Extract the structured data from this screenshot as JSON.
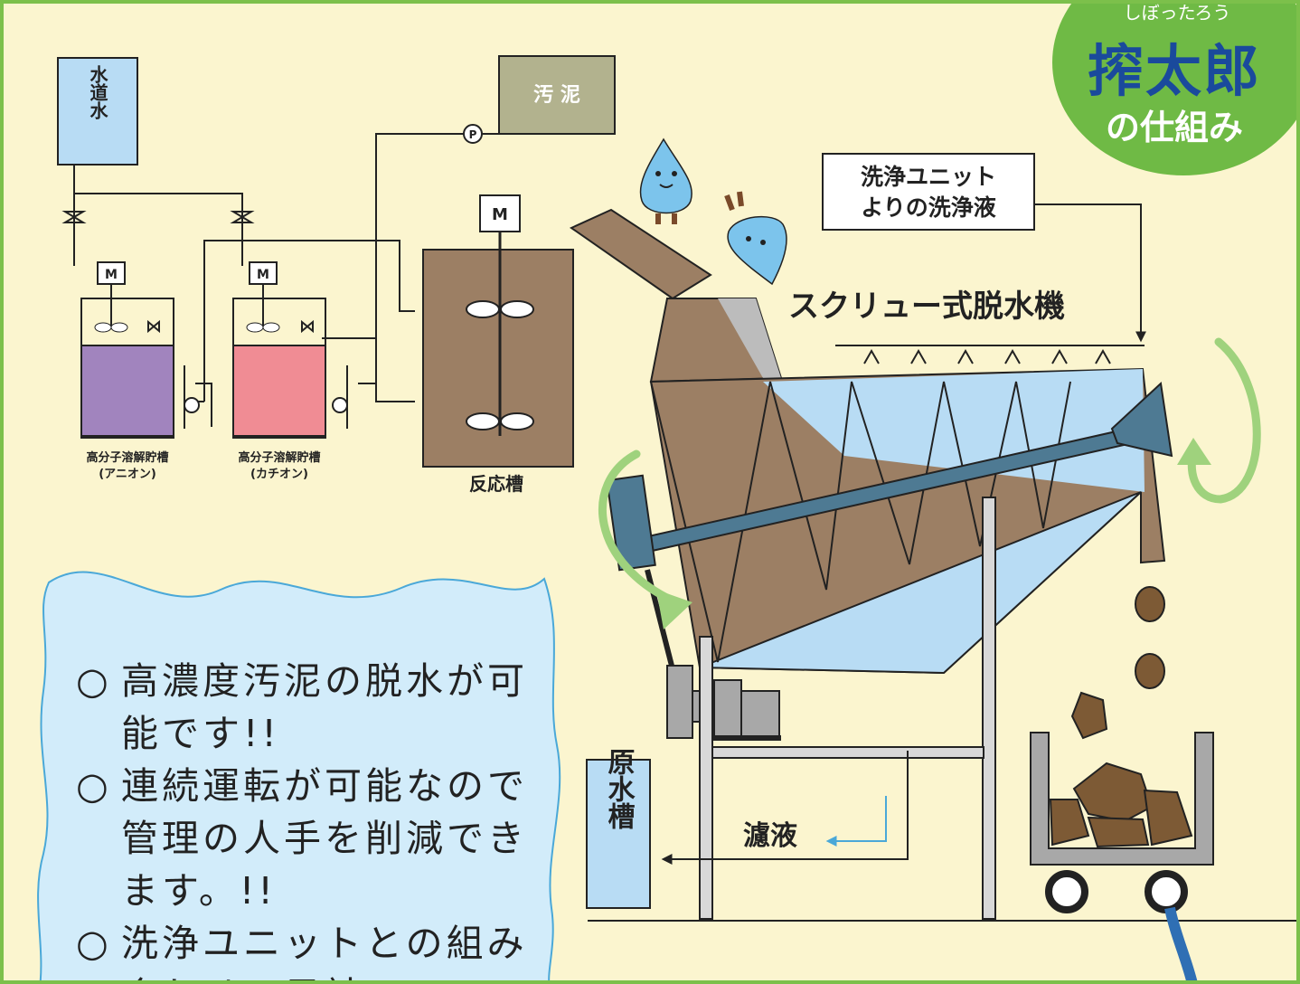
{
  "badge": {
    "ruby": "しぼったろう",
    "title": "搾太郎",
    "subtitle": "の仕組み"
  },
  "labels": {
    "tap_water": "水道水",
    "sludge": "汚 泥",
    "pump": "P",
    "motor": "M",
    "tank_anion_line1": "高分子溶解貯槽",
    "tank_anion_line2": "(アニオン)",
    "tank_cation_line1": "高分子溶解貯槽",
    "tank_cation_line2": "(カチオン)",
    "reaction_tank": "反応槽",
    "wash_source_line1": "洗浄ユニット",
    "wash_source_line2": "よりの洗浄液",
    "screw_dehydrator": "スクリュー式脱水機",
    "filtrate": "濾液",
    "raw_water_tank": "原水槽"
  },
  "features": [
    {
      "mark": "○",
      "text": "高濃度汚泥の脱水が可能です!!"
    },
    {
      "mark": "○",
      "text": "連続運転が可能なので管理の人手を削減できます。!!"
    },
    {
      "mark": "○",
      "text": "洗浄ユニットとの組み合わせで目詰"
    }
  ],
  "colors": {
    "background": "#fbf5cf",
    "border": "#7cc04b",
    "badge": "#6fba45",
    "badge_title": "#1a4a9c",
    "anion_fluid": "#a184be",
    "cation_fluid": "#f08c94",
    "sludge_brown": "#9c7f64",
    "water_blue": "#b8dcf4",
    "screw_shaft": "#4e7a93",
    "rotation_arrow": "#9fd27d",
    "bubble": "#d2ecfa"
  }
}
